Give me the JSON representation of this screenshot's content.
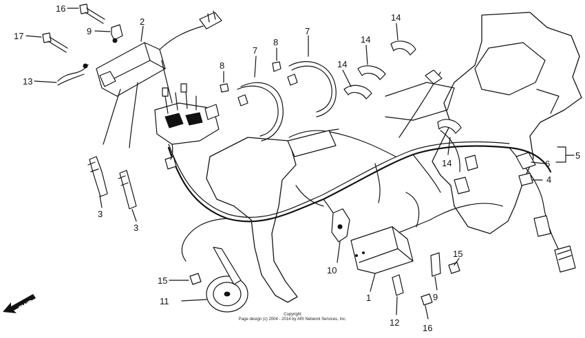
{
  "callouts": [
    "1",
    "2",
    "3",
    "3",
    "4",
    "5",
    "6",
    "7",
    "7",
    "8",
    "8",
    "9",
    "9",
    "10",
    "11",
    "12",
    "13",
    "14",
    "14",
    "14",
    "14",
    "15",
    "15",
    "16",
    "16",
    "17"
  ],
  "direction_label": "FWD",
  "copyright": {
    "line1": "Copyright",
    "line2": "Page design (c) 2004 - 2014 by ARI Network Services, Inc."
  }
}
